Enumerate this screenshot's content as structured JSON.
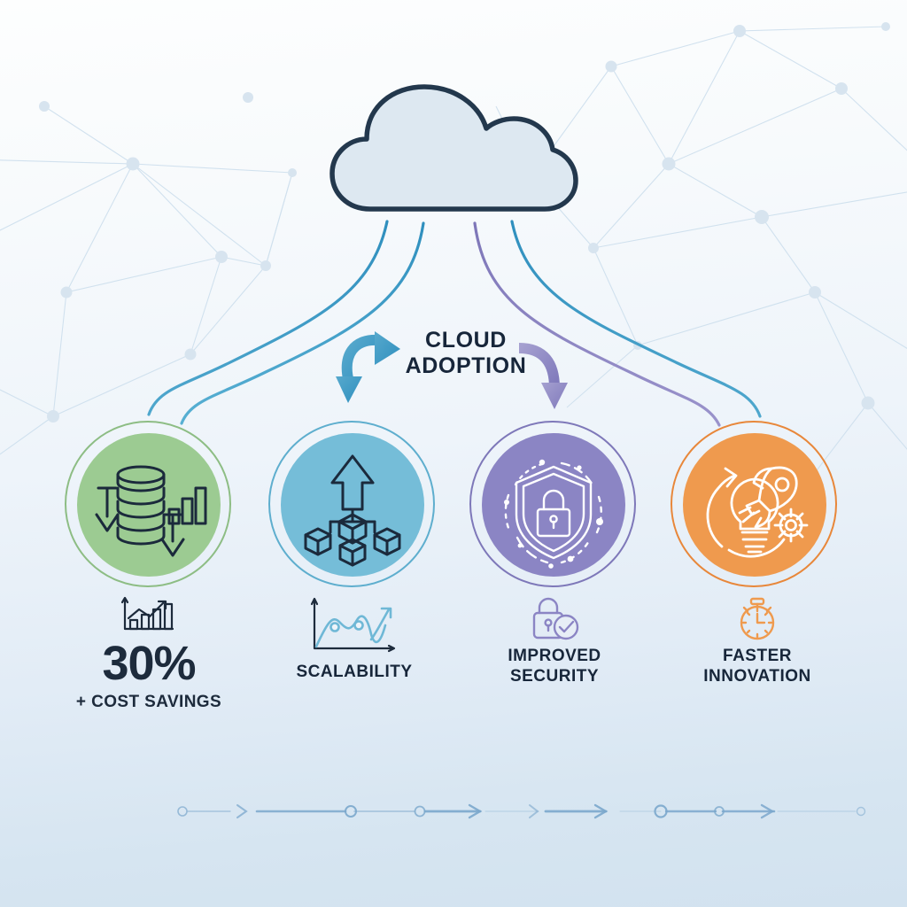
{
  "title": {
    "line1": "CLOUD",
    "line2": "ADOPTION"
  },
  "colors": {
    "background_top": "#fdfefe",
    "background_bottom": "#d2e2ef",
    "network_node": "#d7e4ef",
    "network_line": "#cfe0ee",
    "cloud_fill": "#dde8f1",
    "cloud_stroke": "#23384d",
    "text_dark": "#17263a",
    "green": "#9ccb92",
    "blue": "#75bdd8",
    "purple": "#8b85c4",
    "orange": "#ef9a4e",
    "arrow_blue": "#3e96c0",
    "arrow_purple": "#8a84c2",
    "timeline": "#7ba7cc"
  },
  "cloud": {
    "icon": "cloud-icon",
    "fill": "#dde8f1",
    "stroke": "#23384d"
  },
  "arrows": {
    "left": {
      "name": "curved-double-arrow-blue",
      "color": "#3e96c0",
      "direction": "up-and-down"
    },
    "right": {
      "name": "curved-arrow-purple",
      "color": "#8a84c2",
      "direction": "down"
    }
  },
  "pillars": [
    {
      "id": "cost-savings",
      "circle_icon": "coins-declining-cost-icon",
      "circle_color": "#9ccb92",
      "ring_color": "#8dbd84",
      "icon_stroke": "#1b2a3c",
      "caption_icon": "bar-chart-growth-icon",
      "caption_icon_color": "#1d2b3c",
      "stat": "30%",
      "stat_label": "+ COST SAVINGS",
      "label": ""
    },
    {
      "id": "scalability",
      "circle_icon": "scalability-nodes-arrow-icon",
      "circle_color": "#75bdd8",
      "ring_color": "#5eaece",
      "icon_stroke": "#1b2a3c",
      "caption_icon": "line-graph-trend-icon",
      "caption_icon_color": "#6fb8d6",
      "stat": "",
      "stat_label": "",
      "label": "SCALABILITY"
    },
    {
      "id": "improved-security",
      "circle_icon": "shield-lock-icon",
      "circle_color": "#8b85c4",
      "ring_color": "#7e78b9",
      "icon_stroke": "#ffffff",
      "caption_icon": "padlock-check-icon",
      "caption_icon_color": "#8b85c4",
      "stat": "",
      "stat_label": "",
      "label": "IMPROVED\nSECURITY",
      "label_line1": "IMPROVED",
      "label_line2": "SECURITY"
    },
    {
      "id": "faster-innovation",
      "circle_icon": "lightbulb-rocket-gear-icon",
      "circle_color": "#ef9a4e",
      "ring_color": "#e8873a",
      "icon_stroke": "#ffffff",
      "caption_icon": "stopwatch-icon",
      "caption_icon_color": "#ef9a4e",
      "stat": "",
      "stat_label": "",
      "label": "FASTER\nINNOVATION",
      "label_line1": "FASTER",
      "label_line2": "INNOVATION"
    }
  ],
  "connectors": {
    "description": "four curved lines fanning from cloud base down to each pillar circle",
    "count": 4,
    "colors": [
      "#3e96c0",
      "#3e96c0",
      "#8a84c2",
      "#8a84c2"
    ]
  },
  "timeline": {
    "name": "progress-timeline",
    "color": "#7ba7cc",
    "markers": 6,
    "arrows": 5
  }
}
